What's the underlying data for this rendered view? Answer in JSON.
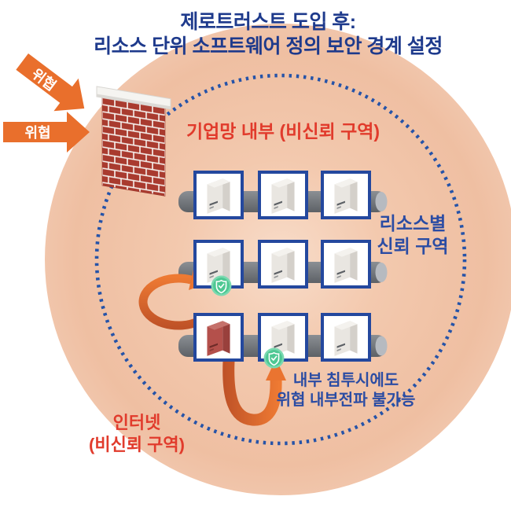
{
  "title": {
    "line1": "제로트러스트 도입 후:",
    "line2": "리소스 단위 소프트웨어 정의 보안 경계 설정"
  },
  "labels": {
    "threat_top": "위협",
    "threat_left": "위협",
    "inner_zone": "기업망 내부 (비신뢰 구역)",
    "resource_zone_line1": "리소스별",
    "resource_zone_line2": "신뢰 구역",
    "breach_line1": "내부 침투시에도",
    "breach_line2": "위협 내부전파 불가능",
    "internet_line1": "인터넷",
    "internet_line2": "(비신뢰 구역)"
  },
  "diagram": {
    "servers": [
      [
        "normal",
        "normal",
        "normal"
      ],
      [
        "normal",
        "normal",
        "normal"
      ],
      [
        "compromised",
        "normal",
        "normal"
      ]
    ],
    "shields": [
      {
        "row": 1,
        "col": 0
      },
      {
        "row": 2,
        "col": 1
      }
    ]
  },
  "colors": {
    "title_navy": "#1e3a8c",
    "label_red": "#e13b2c",
    "label_blue": "#2b4ca3",
    "arrow_orange": "#e96f2c",
    "ribbon_dark_orange": "#bf5227",
    "box_border_blue": "#24489e",
    "dot_blue": "#2553a8",
    "brick_red": "#a93b2f",
    "pipe_gray": "#63676c",
    "shield_green": "#4ec893",
    "compromised_red": "#b4504b"
  }
}
